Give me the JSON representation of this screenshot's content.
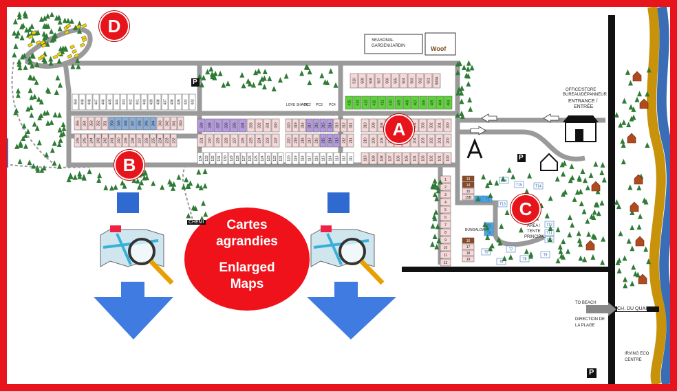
{
  "zones": {
    "a": "A",
    "b": "B",
    "c": "C",
    "d": "D"
  },
  "enlarge": {
    "line1": "Cartes",
    "line2": "agrandies",
    "line3": "Enlarged",
    "line4": "Maps"
  },
  "labels": {
    "seasonal_line1": "SEASONAL",
    "seasonal_line2": "GARDEN/JARDIN",
    "woof": "Woof",
    "office_line1": "OFFICE/STORE",
    "office_line2": "BUREAU/DÉPANNEUR",
    "entrance_line1": "ENTRANCE /",
    "entrance_line2": "ENTRÉE",
    "chemin_renaud": "CHEMIN RENAUD ROAD",
    "chemin_cut": "CHEMI",
    "to_beach": "TO BEACH",
    "direction_line1": "DIRECTION DE",
    "direction_line2": "LA PLAGE",
    "ch_du_quai": "CH. DU QUAI",
    "irving_line1": "IRVING ECO",
    "irving_line2": "CENTRE",
    "area_line1": "AREA /",
    "area_line2": "TENTE",
    "area_line3": "PRINCIPAL",
    "bungalow": "BUNGALOW",
    "pc_labels": [
      "LOVE SHACK",
      "PC2",
      "PC3",
      "PC4"
    ],
    "parking": "P"
  },
  "colors": {
    "red": "#e8141c",
    "road": "#9a9a9a",
    "highway": "#111111",
    "site_pink": "#f6d8d8",
    "site_purple": "#b69be0",
    "site_blue": "#8aaedc",
    "site_green": "#5fd33a",
    "site_white": "#ffffff",
    "site_brown": "#8b4a25",
    "tree": "#2f7a36",
    "river_blue": "#3a6db5",
    "river_gold": "#c8920a"
  },
  "site_numbers": {
    "row_a1": [
      "510",
      "509",
      "508",
      "507",
      "506",
      "505",
      "504",
      "503",
      "502",
      "501",
      "500A"
    ],
    "row_a2": [
      "415",
      "414",
      "413",
      "412",
      "411",
      "410",
      "409",
      "408",
      "407",
      "406",
      "405",
      "404",
      "403"
    ],
    "row_a3": [
      "310",
      "309",
      "308",
      "307",
      "306",
      "305",
      "304",
      "303",
      "302",
      "301",
      "300"
    ],
    "row_a4": [
      "210",
      "209",
      "208",
      "207",
      "206",
      "205",
      "204",
      "203",
      "202",
      "201",
      "200"
    ],
    "row_a5": [
      "110",
      "109",
      "108",
      "107",
      "106",
      "105",
      "104",
      "103",
      "102",
      "101",
      "100"
    ],
    "row_mid1": [
      "320",
      "319",
      "318",
      "317",
      "316",
      "315",
      "314",
      "313",
      "312",
      "311"
    ],
    "row_mid2": [
      "220",
      "219",
      "218",
      "217",
      "216",
      "215",
      "214",
      "213",
      "212",
      "211"
    ],
    "row_mid3": [
      "120",
      "119",
      "118",
      "117",
      "116",
      "115",
      "114",
      "113",
      "112",
      "111"
    ],
    "row_p1": [
      "339",
      "338",
      "337",
      "336",
      "335",
      "334",
      "333",
      "332",
      "331",
      "330"
    ],
    "row_p2": [
      "231",
      "230",
      "229",
      "228",
      "227",
      "226",
      "225",
      "224",
      "223",
      "222"
    ],
    "row_p3": [
      "134",
      "133",
      "132",
      "131",
      "130",
      "129",
      "128",
      "127",
      "126",
      "125",
      "124",
      "123",
      "122",
      "121"
    ],
    "row_b1": [
      "450",
      "449",
      "448",
      "447",
      "446",
      "445",
      "444",
      "443",
      "442",
      "441",
      "440",
      "439",
      "438",
      "437",
      "436",
      "435",
      "434",
      "433"
    ],
    "row_b2": [
      "355",
      "354",
      "353",
      "352",
      "351",
      "350",
      "349",
      "348",
      "347",
      "346",
      "345",
      "344",
      "343",
      "342",
      "341",
      "340"
    ],
    "row_b3": [
      "246",
      "245",
      "244",
      "243",
      "242",
      "241",
      "240",
      "239",
      "238",
      "237",
      "236",
      "235",
      "234",
      "233",
      "232"
    ],
    "col_c1": [
      "1",
      "2",
      "3",
      "4",
      "5",
      "6",
      "7",
      "8",
      "9",
      "10",
      "11",
      "12"
    ],
    "col_c2": [
      "13",
      "14",
      "15",
      "15B"
    ],
    "col_c3": [
      "16",
      "17",
      "18",
      "19"
    ],
    "tents": [
      "T1",
      "T2",
      "T3",
      "T4",
      "T5",
      "T6",
      "T7",
      "T8",
      "T9",
      "T10",
      "T11",
      "T12",
      "T13",
      "T14",
      "T15",
      "T16"
    ]
  }
}
